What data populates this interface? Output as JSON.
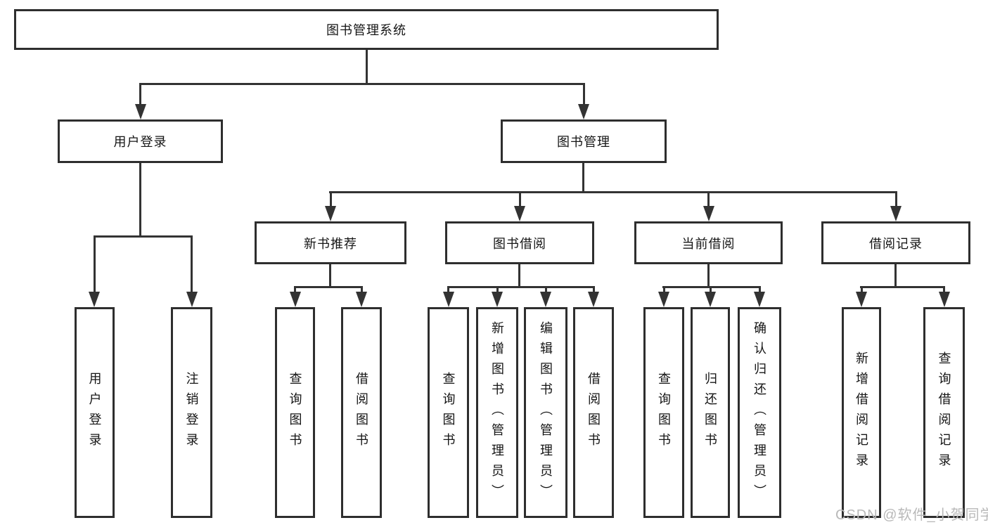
{
  "diagram": {
    "type": "hierarchy-tree",
    "nodes": {
      "root": {
        "label": "图书管理系统"
      },
      "user_login": {
        "label": "用户登录"
      },
      "book_management": {
        "label": "图书管理"
      },
      "new_book_recommend": {
        "label": "新书推荐"
      },
      "book_borrowing": {
        "label": "图书借阅"
      },
      "current_borrowing": {
        "label": "当前借阅"
      },
      "borrowing_records": {
        "label": "借阅记录"
      },
      "login_user_login": {
        "label": "用户登录"
      },
      "login_logout": {
        "label": "注销登录"
      },
      "recommend_query_books": {
        "label": "查询图书"
      },
      "recommend_borrow_books": {
        "label": "借阅图书"
      },
      "borrowing_query_books": {
        "label": "查询图书"
      },
      "borrowing_add_books": {
        "label": "新增图书（管理员）"
      },
      "borrowing_edit_books": {
        "label": "编辑图书（管理员）"
      },
      "borrowing_borrow_books": {
        "label": "借阅图书"
      },
      "current_query_books": {
        "label": "查询图书"
      },
      "current_return_books": {
        "label": "归还图书"
      },
      "current_confirm_return": {
        "label": "确认归还（管理员）"
      },
      "records_add_record": {
        "label": "新增借阅记录"
      },
      "records_query_record": {
        "label": "查询借阅记录"
      }
    },
    "edges": [
      [
        "root",
        "user_login"
      ],
      [
        "root",
        "book_management"
      ],
      [
        "user_login",
        "login_user_login"
      ],
      [
        "user_login",
        "login_logout"
      ],
      [
        "book_management",
        "new_book_recommend"
      ],
      [
        "book_management",
        "book_borrowing"
      ],
      [
        "book_management",
        "current_borrowing"
      ],
      [
        "book_management",
        "borrowing_records"
      ],
      [
        "new_book_recommend",
        "recommend_query_books"
      ],
      [
        "new_book_recommend",
        "recommend_borrow_books"
      ],
      [
        "book_borrowing",
        "borrowing_query_books"
      ],
      [
        "book_borrowing",
        "borrowing_add_books"
      ],
      [
        "book_borrowing",
        "borrowing_edit_books"
      ],
      [
        "book_borrowing",
        "borrowing_borrow_books"
      ],
      [
        "current_borrowing",
        "current_query_books"
      ],
      [
        "current_borrowing",
        "current_return_books"
      ],
      [
        "current_borrowing",
        "current_confirm_return"
      ],
      [
        "borrowing_records",
        "records_add_record"
      ],
      [
        "borrowing_records",
        "records_query_record"
      ]
    ],
    "watermark": {
      "text": "CSDN @软件_小贺同学",
      "color": "#b9b9b9"
    },
    "colors": {
      "line": "#333333",
      "box_border": "#2e2e2e",
      "text": "#151515",
      "background": "#ffffff"
    }
  }
}
